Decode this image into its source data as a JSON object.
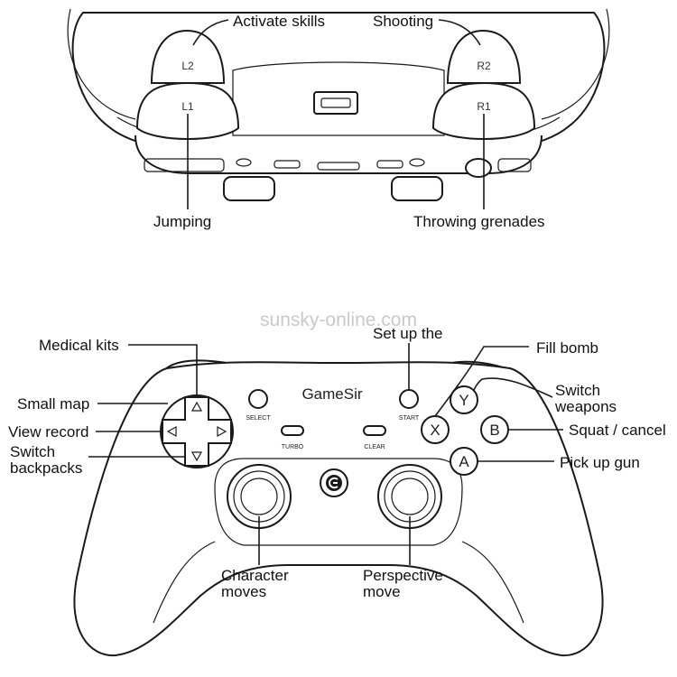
{
  "watermark": "sunsky-online.com",
  "brand": "GameSir",
  "top_view": {
    "shoulder_buttons": [
      "L2",
      "L1",
      "R2",
      "R1"
    ],
    "callouts": {
      "l2": "Activate skills",
      "r2": "Shooting",
      "l1": "Jumping",
      "r1": "Throwing grenades"
    }
  },
  "front_view": {
    "small_labels": {
      "select": "SELECT",
      "start": "START",
      "turbo": "TURBO",
      "clear": "CLEAR"
    },
    "face_buttons": [
      "Y",
      "X",
      "B",
      "A"
    ],
    "callouts": {
      "dpad_up": "Medical kits",
      "dpad_left": "Small map",
      "view_record": "View record",
      "dpad_down_line1": "Switch",
      "dpad_down_line2": "backpacks",
      "start": "Set up the",
      "y": "Fill bomb",
      "x_line1": "Switch",
      "x_line2": "weapons",
      "b": "Squat / cancel",
      "a": "Pick up gun",
      "left_stick_line1": "Character",
      "left_stick_line2": "moves",
      "right_stick_line1": "Perspective",
      "right_stick_line2": "move"
    }
  }
}
